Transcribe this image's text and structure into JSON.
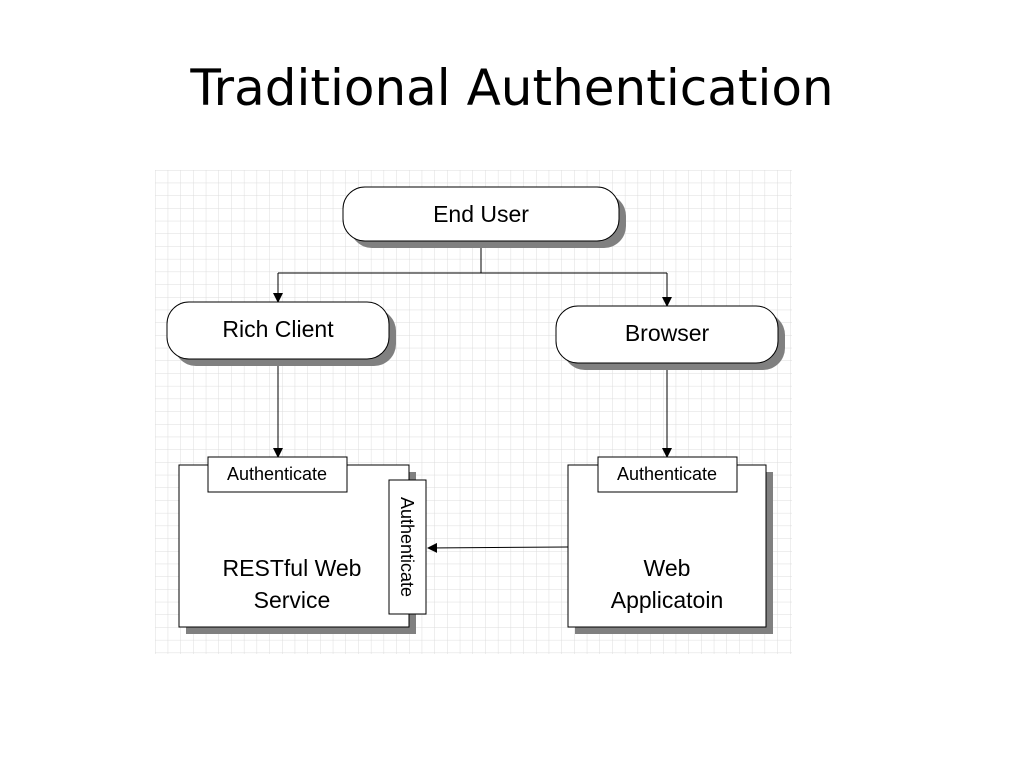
{
  "title": "Traditional Authentication",
  "diagram": {
    "nodes": {
      "end_user": "End User",
      "rich_client": "Rich Client",
      "browser": "Browser",
      "restful_line1": "RESTful Web",
      "restful_line2": "Service",
      "webapp_line1": "Web",
      "webapp_line2": "Applicatoin"
    },
    "tags": {
      "rest_top": "Authenticate",
      "rest_side": "Authenticate",
      "webapp_top": "Authenticate"
    }
  }
}
